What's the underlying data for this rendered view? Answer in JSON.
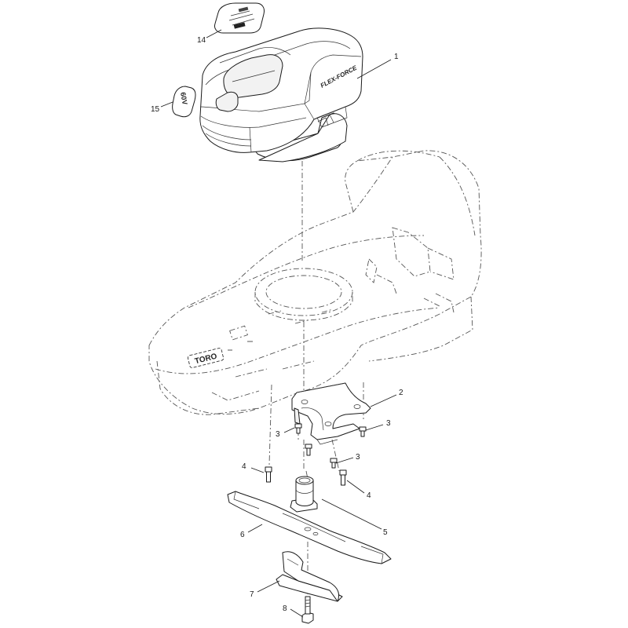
{
  "decals": {
    "voltage_badge": "60V",
    "brand_script": "FLEX-FORCE",
    "deck_logo": "TORO"
  },
  "callouts": [
    {
      "id": "callout-1",
      "label": "1",
      "part": "motor-cover"
    },
    {
      "id": "callout-2",
      "label": "2",
      "part": "blade-brake-bracket"
    },
    {
      "id": "callout-3a",
      "label": "3",
      "part": "screw"
    },
    {
      "id": "callout-3b",
      "label": "3",
      "part": "screw"
    },
    {
      "id": "callout-3c",
      "label": "3",
      "part": "screw"
    },
    {
      "id": "callout-4a",
      "label": "4",
      "part": "bolt"
    },
    {
      "id": "callout-4b",
      "label": "4",
      "part": "bolt"
    },
    {
      "id": "callout-5",
      "label": "5",
      "part": "blade-adapter"
    },
    {
      "id": "callout-6",
      "label": "6",
      "part": "blade"
    },
    {
      "id": "callout-7",
      "label": "7",
      "part": "blade-stiffener"
    },
    {
      "id": "callout-8",
      "label": "8",
      "part": "blade-bolt"
    },
    {
      "id": "callout-14",
      "label": "14",
      "part": "top-decal"
    },
    {
      "id": "callout-15",
      "label": "15",
      "part": "voltage-decal"
    }
  ]
}
